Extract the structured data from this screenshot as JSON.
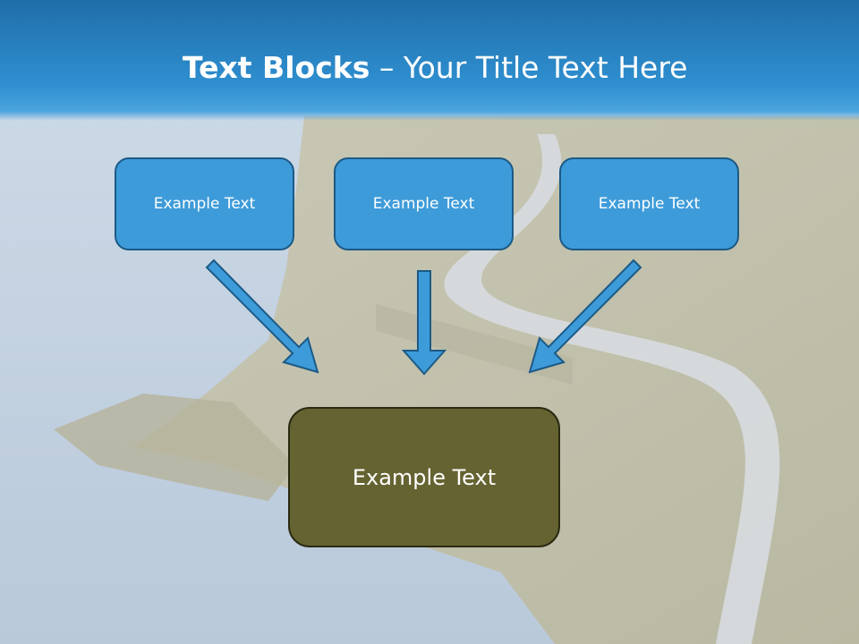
{
  "slide": {
    "title_bold": "Text Blocks",
    "title_dash": " – ",
    "title_rest": "Your Title Text Here",
    "top_boxes": [
      {
        "label": "Example Text"
      },
      {
        "label": "Example Text"
      },
      {
        "label": "Example Text"
      }
    ],
    "bottom_box": {
      "label": "Example Text"
    },
    "colors": {
      "title_bar": "#2f8fd0",
      "top_box_fill": "#3e9bd9",
      "top_box_border": "#1b5a86",
      "bottom_box_fill": "#656331",
      "arrow_fill": "#3e9bd9"
    }
  }
}
